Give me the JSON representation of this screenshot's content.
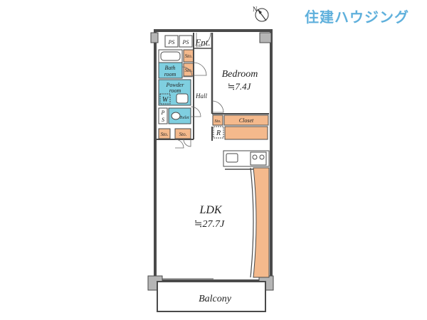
{
  "brand": {
    "logo_text": "住建ハウジング"
  },
  "compass": {
    "north_label": "N"
  },
  "rooms": {
    "ps1": "PS",
    "ps2": "PS",
    "entrance": "Ent.",
    "bedroom": {
      "name": "Bedroom",
      "size": "≒7.4J"
    },
    "bath": {
      "line1": "Bath",
      "line2": "room"
    },
    "sto_bath_1": "Sto.",
    "sto_bath_2": "Sto.",
    "powder": {
      "line1": "Powder",
      "line2": "room"
    },
    "washer": "W",
    "hall": "Hall",
    "ps_toilet": {
      "line1": "P",
      "line2": "S"
    },
    "toilet": "Toilet",
    "sto_closet": "Sto.",
    "closet": "Closet",
    "refrigerator": "R",
    "sto_lower_1": "Sto.",
    "sto_lower_2": "Sto.",
    "ldk": {
      "name": "LDK",
      "size": "≒27.7J"
    },
    "balcony": "Balcony"
  },
  "colors": {
    "wall": "#4a4a4a",
    "wet_area": "#7fcfe0",
    "storage": "#f4b98c",
    "floor": "#ffffff",
    "grey": "#b5b5b5"
  }
}
